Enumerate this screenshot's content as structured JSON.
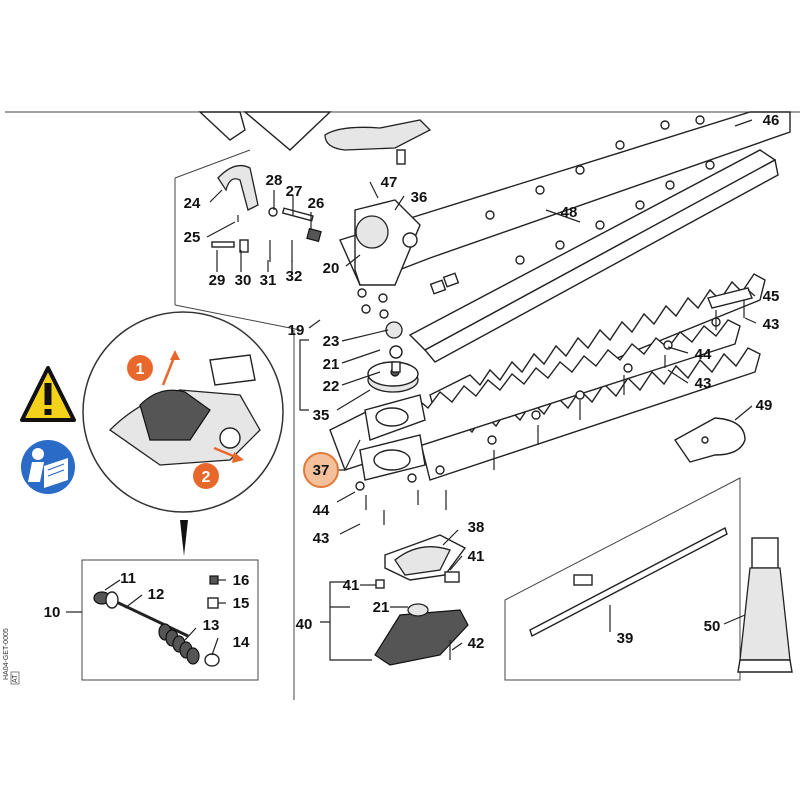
{
  "diagram": {
    "side_code": "HA04-GET-0005",
    "side_code_tag": "AT",
    "highlight_color": "#f4c09b",
    "highlight_stroke": "#e07a3a",
    "accent_orange": "#e8682b",
    "warning_yellow": "#f4d21b",
    "manual_blue": "#2a6bc7",
    "step_badges": [
      "1",
      "2"
    ],
    "callouts": [
      {
        "id": "c10",
        "label": "10"
      },
      {
        "id": "c11",
        "label": "11"
      },
      {
        "id": "c12",
        "label": "12"
      },
      {
        "id": "c13",
        "label": "13"
      },
      {
        "id": "c14",
        "label": "14"
      },
      {
        "id": "c15",
        "label": "15"
      },
      {
        "id": "c16",
        "label": "16"
      },
      {
        "id": "c19",
        "label": "19"
      },
      {
        "id": "c20",
        "label": "20"
      },
      {
        "id": "c21a",
        "label": "21"
      },
      {
        "id": "c21b",
        "label": "21"
      },
      {
        "id": "c22",
        "label": "22"
      },
      {
        "id": "c23",
        "label": "23"
      },
      {
        "id": "c24",
        "label": "24"
      },
      {
        "id": "c25",
        "label": "25"
      },
      {
        "id": "c26",
        "label": "26"
      },
      {
        "id": "c27",
        "label": "27"
      },
      {
        "id": "c28",
        "label": "28"
      },
      {
        "id": "c29",
        "label": "29"
      },
      {
        "id": "c30",
        "label": "30"
      },
      {
        "id": "c31",
        "label": "31"
      },
      {
        "id": "c32",
        "label": "32"
      },
      {
        "id": "c35",
        "label": "35"
      },
      {
        "id": "c36",
        "label": "36"
      },
      {
        "id": "c37",
        "label": "37"
      },
      {
        "id": "c38",
        "label": "38"
      },
      {
        "id": "c39",
        "label": "39"
      },
      {
        "id": "c40",
        "label": "40"
      },
      {
        "id": "c41a",
        "label": "41"
      },
      {
        "id": "c41b",
        "label": "41"
      },
      {
        "id": "c42",
        "label": "42"
      },
      {
        "id": "c43a",
        "label": "43"
      },
      {
        "id": "c43b",
        "label": "43"
      },
      {
        "id": "c43c",
        "label": "43"
      },
      {
        "id": "c44a",
        "label": "44"
      },
      {
        "id": "c44b",
        "label": "44"
      },
      {
        "id": "c45",
        "label": "45"
      },
      {
        "id": "c46",
        "label": "46"
      },
      {
        "id": "c47",
        "label": "47"
      },
      {
        "id": "c48",
        "label": "48"
      },
      {
        "id": "c49",
        "label": "49"
      },
      {
        "id": "c50",
        "label": "50"
      }
    ]
  }
}
